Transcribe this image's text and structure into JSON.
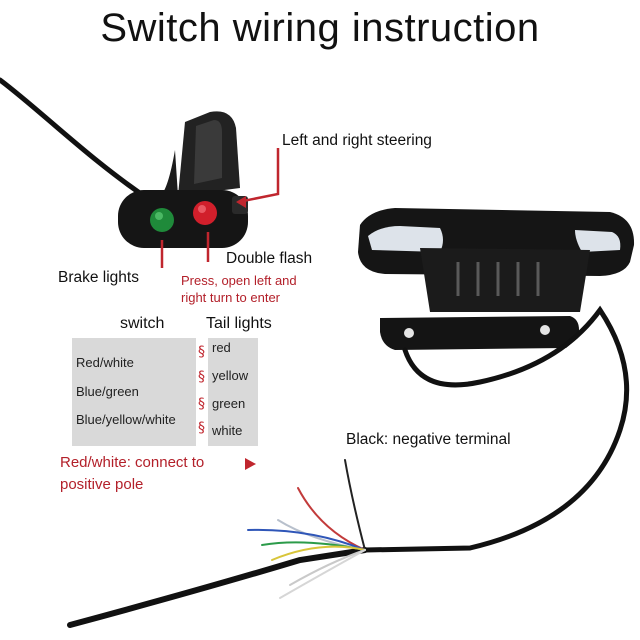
{
  "title": "Switch wiring instruction",
  "labels": {
    "left_right_steering": "Left and right steering",
    "double_flash": "Double flash",
    "brake_lights": "Brake lights",
    "press_note_line1": "Press, open left and",
    "press_note_line2": "right turn to enter",
    "black_negative": "Black: negative terminal",
    "positive_line1": "Red/white: connect to",
    "positive_line2": "positive pole"
  },
  "wiring_table": {
    "switch_header": "switch",
    "tail_header": "Tail lights",
    "switch_wires": [
      "Red/white",
      "Blue/green",
      "Blue/yellow/white"
    ],
    "tail_wires": [
      "red",
      "yellow",
      "green",
      "white"
    ],
    "connector_glyph": "§"
  },
  "colors": {
    "accent_red": "#b3202a",
    "wire_black": "#111111",
    "panel_grey": "#d9d9d9",
    "button_green": "#1f8a3a",
    "button_red": "#d11f2b"
  }
}
